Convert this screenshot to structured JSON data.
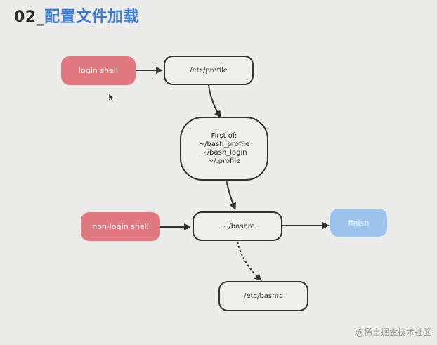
{
  "title": {
    "number": "02_",
    "text": "配置文件加载"
  },
  "nodes": {
    "login_shell": "login shell",
    "etc_profile": "/etc/profile",
    "first_of": {
      "heading": "First of:",
      "items": [
        "~/bash_profile",
        "~/bash_login",
        "~/.profile"
      ]
    },
    "non_login_shell": "non-login shell",
    "bashrc": "~./bashrc",
    "finish": "finish",
    "etc_bashrc": "/etc/bashrc"
  },
  "watermark": "@稀土掘金技术社区",
  "colors": {
    "title_blue": "#3a7bd5",
    "shell_red": "#e07a80",
    "finish_blue": "#9cc3ec",
    "outline": "#333333"
  },
  "icons": {
    "cursor": "mouse-pointer-icon"
  }
}
